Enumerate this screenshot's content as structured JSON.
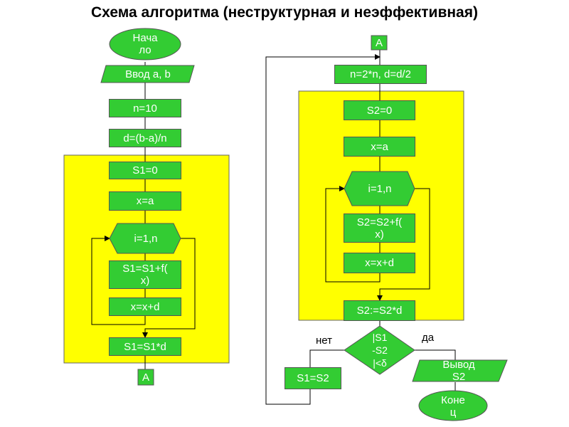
{
  "title": "Схема алгоритма (неструктурная и неэффективная)",
  "colors": {
    "process": "#33cc33",
    "loop_region": "#ffff00",
    "edge": "#000000"
  },
  "left_flow": {
    "start": "Нача\nло",
    "input": "Ввод a, b",
    "n_init": "n=10",
    "d_init": "d=(b-a)/n",
    "s1_init": "S1=0",
    "x_init": "x=a",
    "loop": "i=1,n",
    "accumulate": "S1=S1+f(\nx)",
    "x_step": "x=x+d",
    "s1_scale": "S1=S1*d",
    "connector": "A"
  },
  "right_flow": {
    "connector": "A",
    "refine": "n=2*n, d=d/2",
    "s2_init": "S2=0",
    "x_init": "x=a",
    "loop": "i=1,n",
    "accumulate": "S2=S2+f(\nx)",
    "x_step": "x=x+d",
    "s2_scale": "S2:=S2*d",
    "condition": "|S1\n-S2\n|<δ",
    "no_label": "нет",
    "yes_label": "да",
    "swap": "S1=S2",
    "output": "Вывод\nS2",
    "end": "Коне\nц"
  }
}
